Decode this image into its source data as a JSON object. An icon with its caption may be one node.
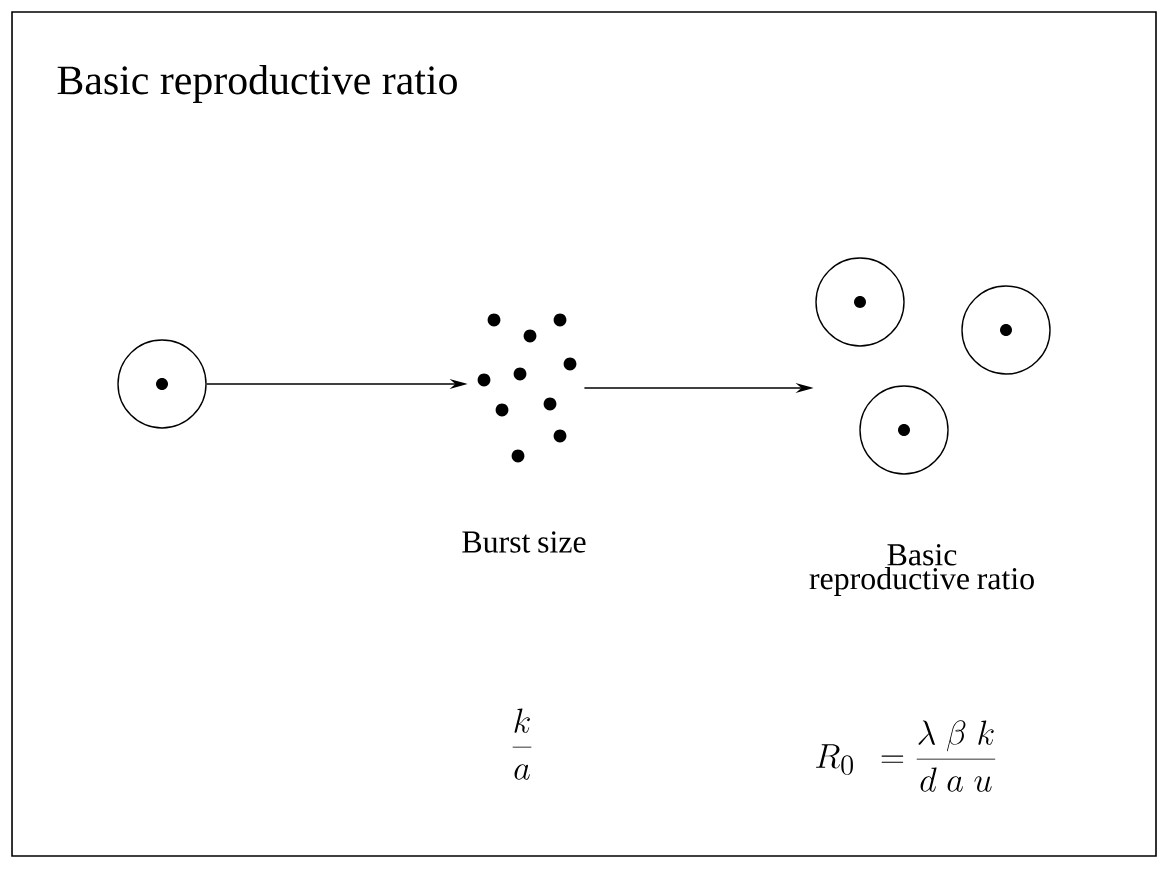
{
  "diagram": {
    "title": "Basic reproductive ratio",
    "nodes": [
      {
        "text": [],
        "shape": "circle"
      },
      {
        "text": [],
        "shape": "picture",
        "beside": [
          "Burst size"
        ]
      },
      {
        "text": [],
        "shape": "picture",
        "beside": [
          "Basic reproductive ratio"
        ]
      }
    ],
    "edges": [
      {
        "from": 0,
        "to": 1,
        "arrow": "to"
      },
      {
        "from": 1,
        "to": 2,
        "arrow": "to"
      }
    ],
    "labels": [
      "\\frac{k}{a}",
      "R_0 \\;\\,= \\frac{\\lambda\\;\\beta\\; k}{d\\;a\\;u}"
    ]
  }
}
